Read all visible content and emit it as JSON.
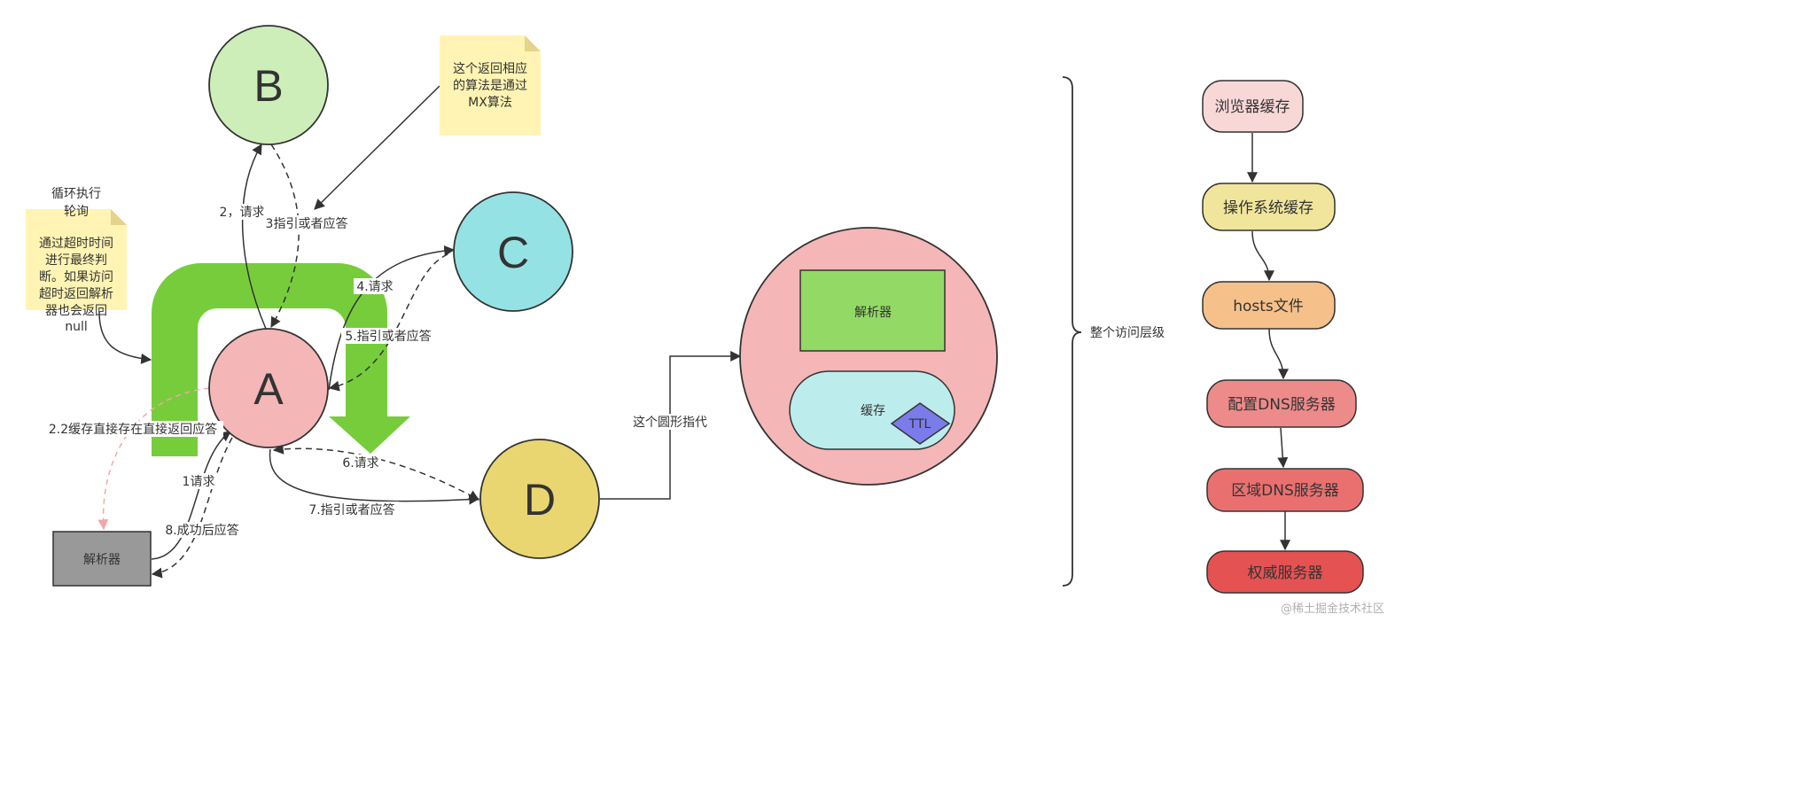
{
  "nodes": {
    "a": "A",
    "b": "B",
    "c": "C",
    "d": "D"
  },
  "resolver_box": "解析器",
  "notes": {
    "mx": [
      "这个返回相应",
      "的算法是通过",
      "MX算法"
    ],
    "timeout": [
      "通过超时时间",
      "进行最终判",
      "断。如果访问",
      "超时返回解析",
      "器也会返回",
      "null"
    ]
  },
  "loop_label": [
    "循环执行",
    "轮询"
  ],
  "edge_labels": {
    "e2": "2，请求",
    "e3": "3指引或者应答",
    "e4": "4.请求",
    "e5": "5.指引或者应答",
    "e22": "2.2缓存直接存在直接返回应答",
    "e1": "1请求",
    "e8": "8.成功后应答",
    "e6": "6.请求",
    "e7": "7.指引或者应答",
    "d_link": "这个圆形指代"
  },
  "zoom": {
    "parser": "解析器",
    "cache": "缓存",
    "ttl": "TTL"
  },
  "brace_label": "整个访问层级",
  "hierarchy": [
    {
      "label": "浏览器缓存",
      "color": "#f8d7d7"
    },
    {
      "label": "操作系统缓存",
      "color": "#f1e59c"
    },
    {
      "label": "hosts文件",
      "color": "#f5c08a"
    },
    {
      "label": "配置DNS服务器",
      "color": "#ed8a8a"
    },
    {
      "label": "区域DNS服务器",
      "color": "#ea7070"
    },
    {
      "label": "权威服务器",
      "color": "#e55252"
    }
  ],
  "watermark": "@稀土掘金技术社区"
}
